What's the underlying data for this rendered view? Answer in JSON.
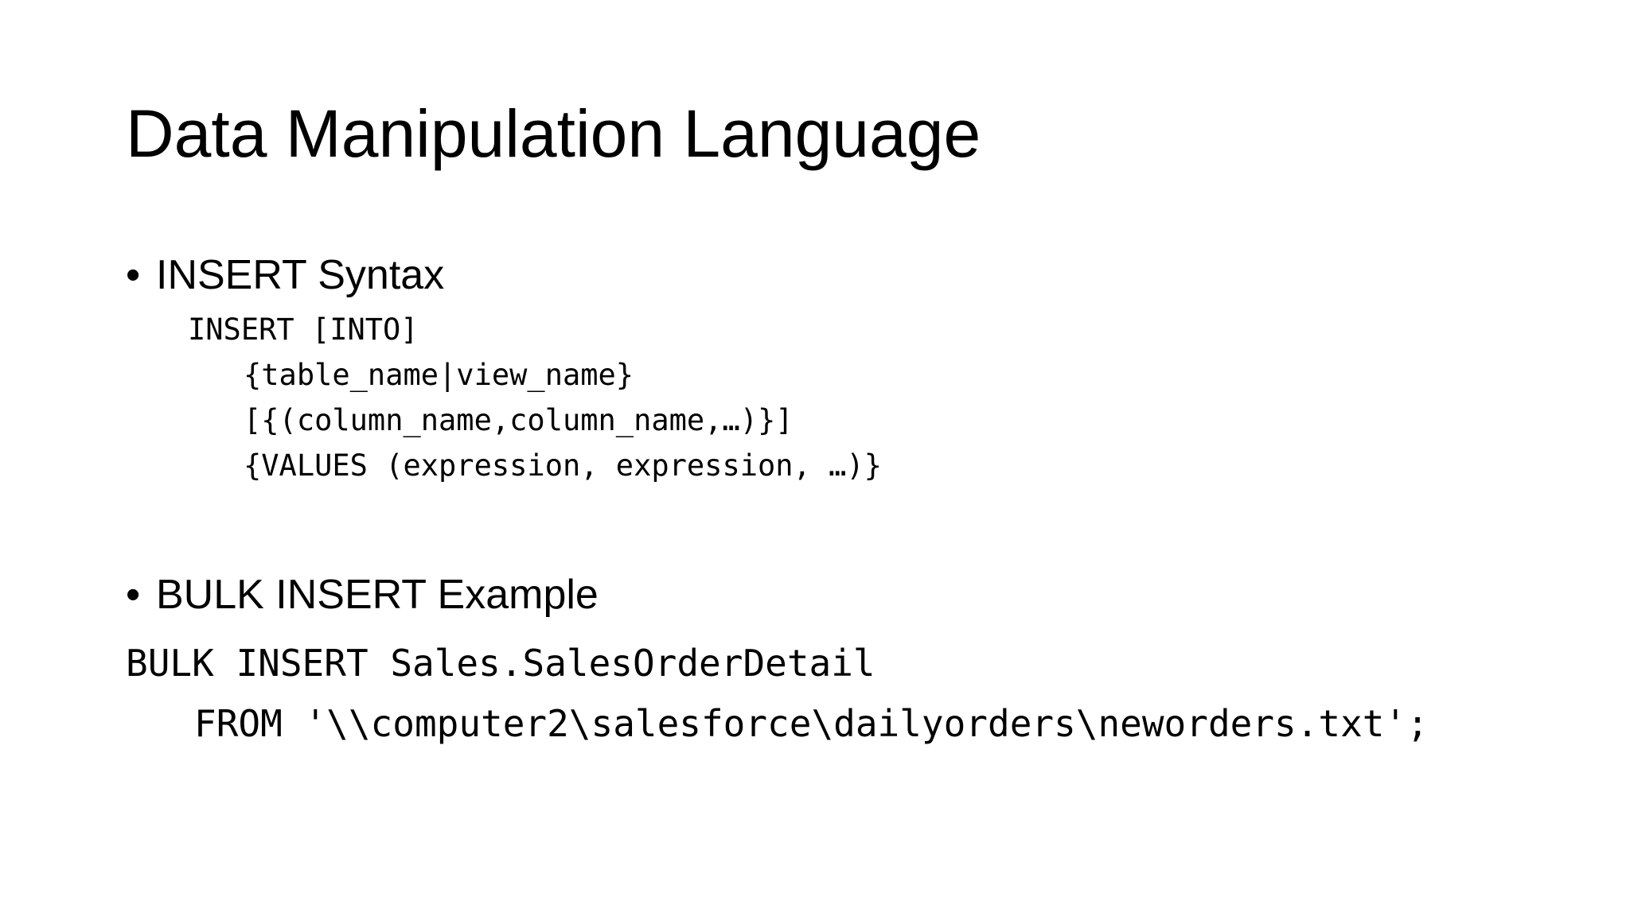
{
  "slide": {
    "title": "Data Manipulation Language",
    "bullet_glyph": "•",
    "sections": [
      {
        "heading": "INSERT Syntax",
        "code_lines": [
          "INSERT [INTO]",
          "{table_name|view_name}",
          "[{(column_name,column_name,…)}]",
          "{VALUES (expression, expression, …)}"
        ]
      },
      {
        "heading": "BULK INSERT Example",
        "code_lines": [
          "BULK INSERT Sales.SalesOrderDetail",
          "FROM '\\\\computer2\\salesforce\\dailyorders\\neworders.txt';"
        ]
      }
    ]
  }
}
